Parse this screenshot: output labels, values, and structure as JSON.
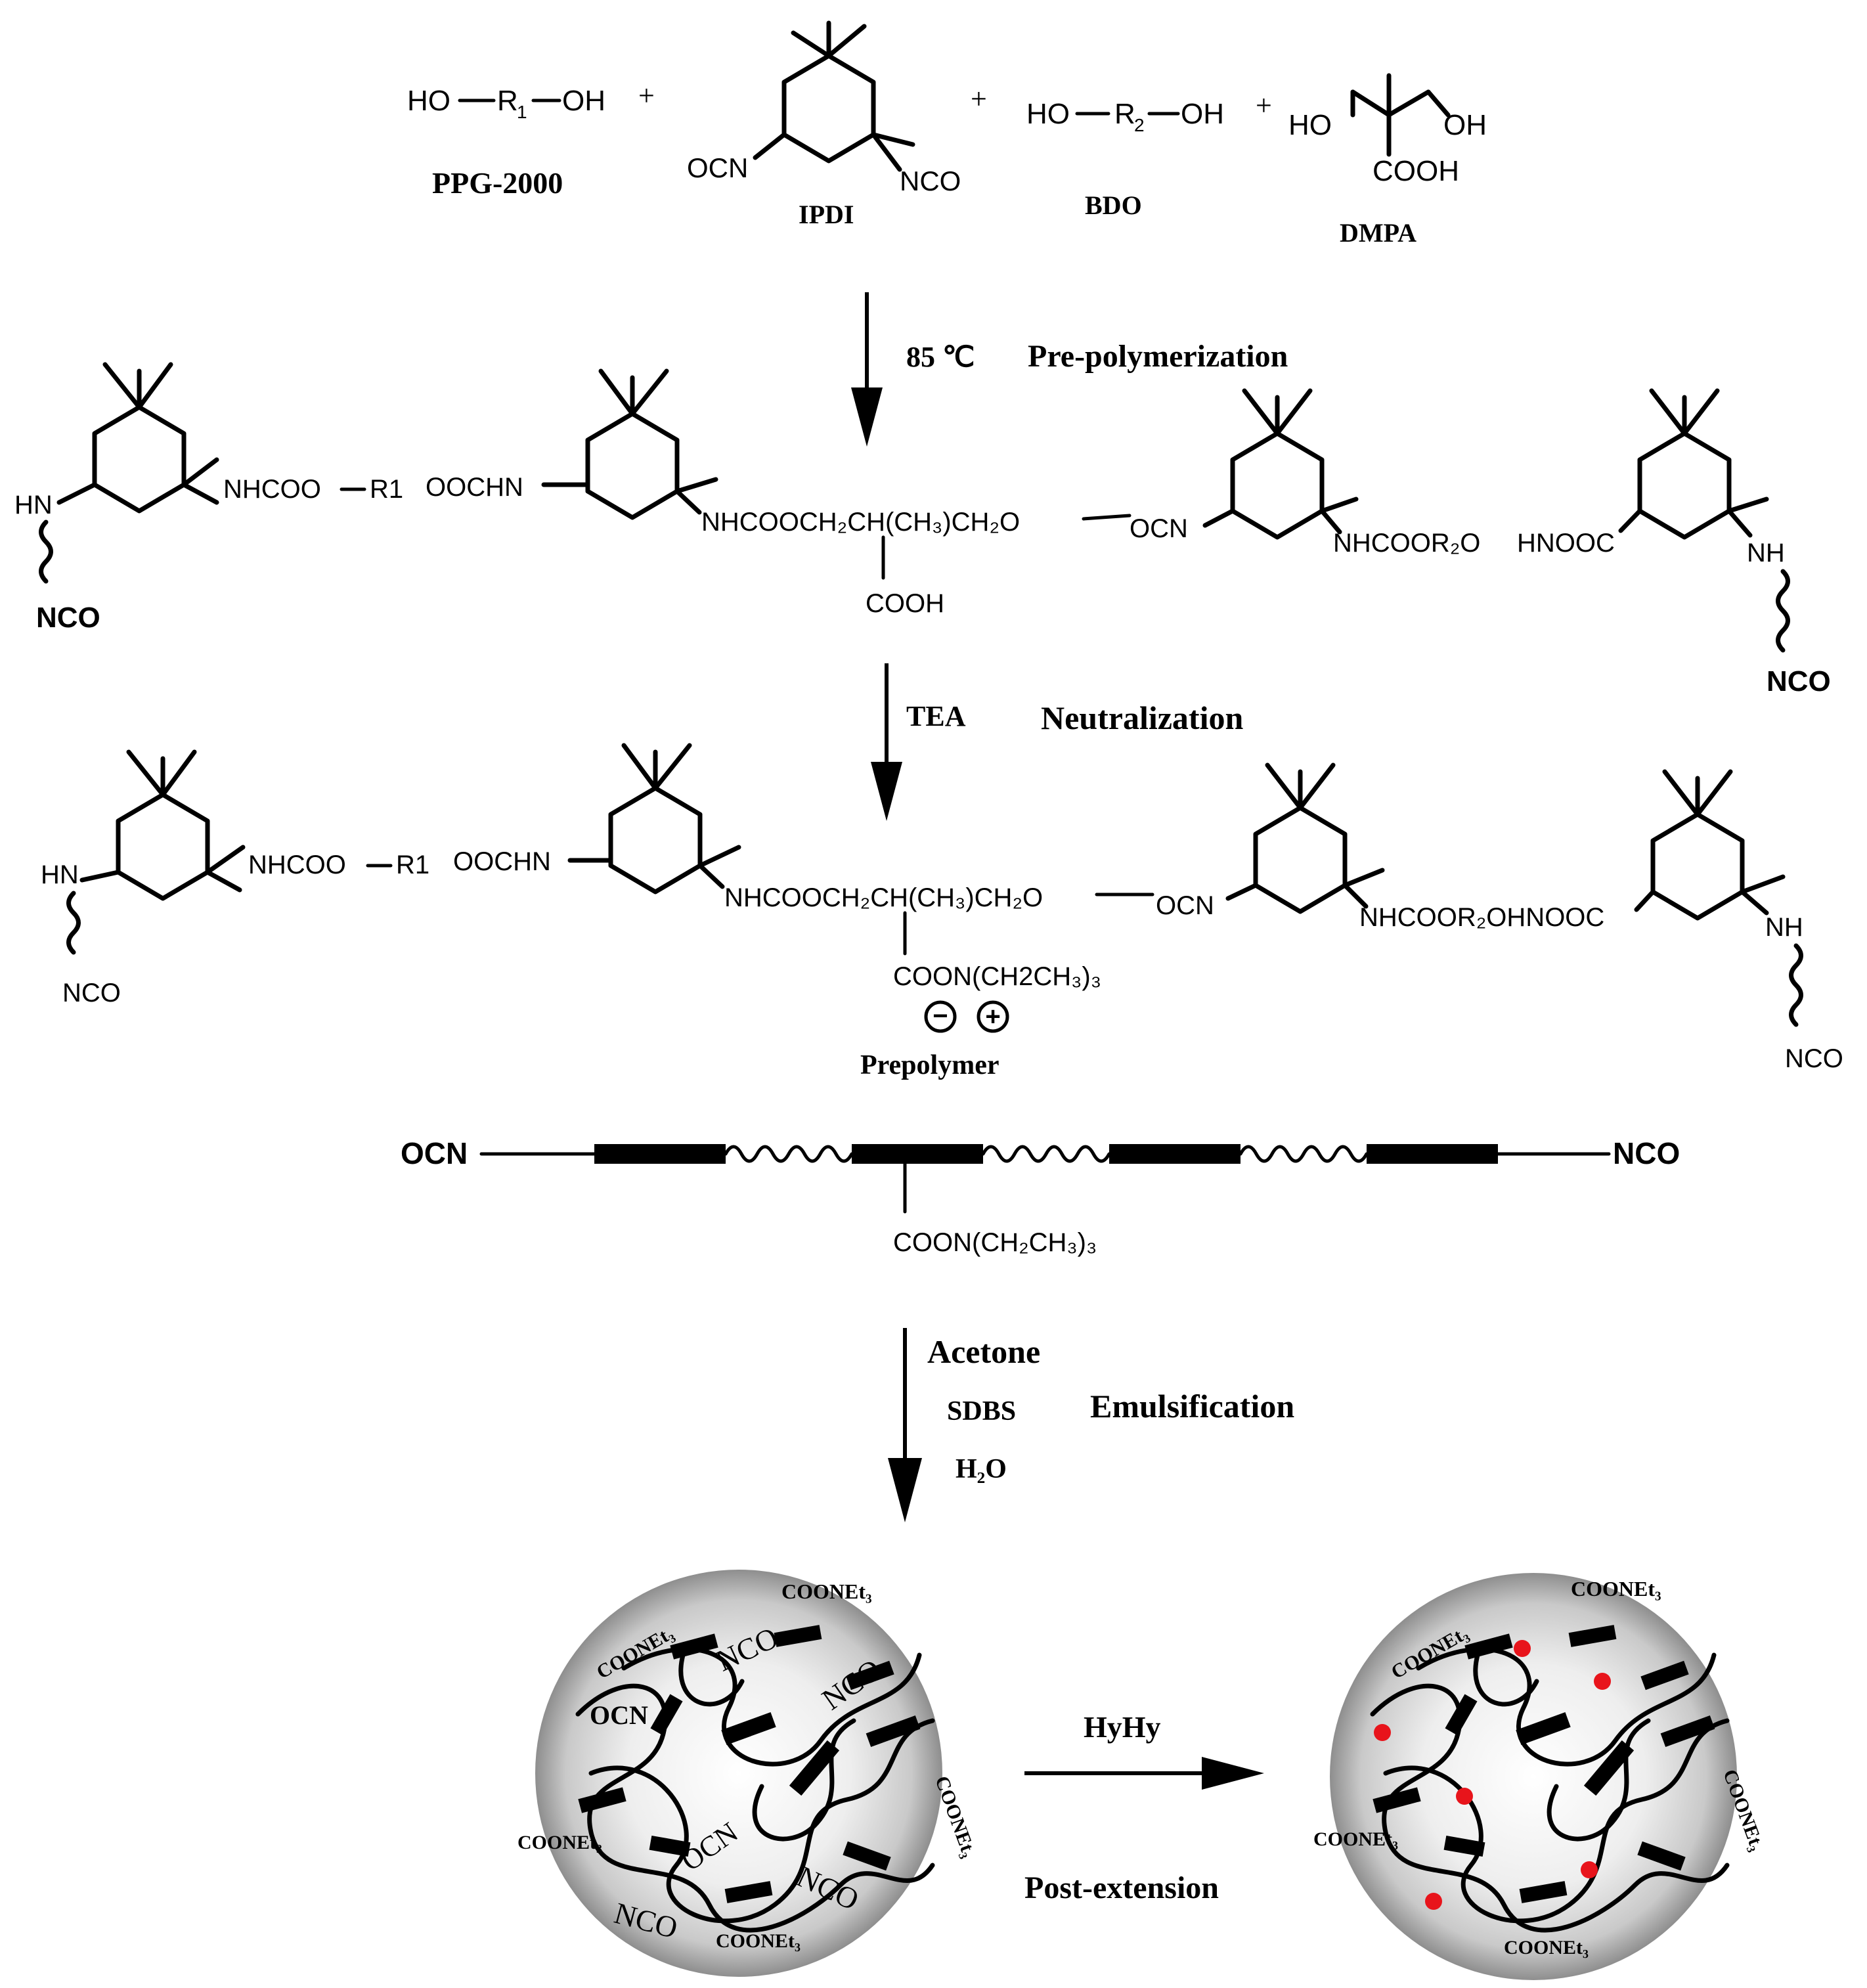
{
  "reactants": {
    "ppg": {
      "formula_ho": "HO",
      "formula_r": "R",
      "formula_sub": "1",
      "formula_oh": "OH",
      "name": "PPG-2000"
    },
    "ipdi": {
      "ocn": "OCN",
      "nco": "NCO",
      "name": "IPDI"
    },
    "bdo": {
      "formula_ho": "HO",
      "formula_r": "R",
      "formula_sub": "2",
      "formula_oh": "OH",
      "name": "BDO"
    },
    "dmpa": {
      "ho": "HO",
      "oh": "OH",
      "cooh": "COOH",
      "name": "DMPA"
    },
    "plus": "+"
  },
  "step1": {
    "condition": "85 ℃",
    "label": "Pre-polymerization"
  },
  "step2": {
    "reagent": "TEA",
    "label": "Neutralization"
  },
  "step3": {
    "reagents": [
      "Acetone",
      "SDBS",
      "H₂O"
    ],
    "label": "Emulsification"
  },
  "step4": {
    "reagent": "HyHy",
    "label": "Post-extension"
  },
  "structure1": {
    "hn": "HN",
    "nco": "NCO",
    "link1": "NHCOO",
    "r1": "R1",
    "link2": "OOCHN",
    "center": "NHCOOCH₂CH(CH₃)CH₂O",
    "cooh": "COOH",
    "ocn": "OCN",
    "link3": "NHCOOR₂O",
    "link4": "HNOOC",
    "nh": "NH"
  },
  "structure2": {
    "hn": "HN",
    "nco": "NCO",
    "link1": "NHCOO",
    "r1": "R1",
    "link2": "OOCHN",
    "center": "NHCOOCH₂CH(CH₃)CH₂O",
    "salt": "COON(CH2CH₃)₃",
    "ocn": "OCN",
    "link3": "NHCOOR₂OHNOOC",
    "nh": "NH",
    "minus": "−",
    "plus": "+",
    "name": "Prepolymer"
  },
  "chain": {
    "left": "OCN",
    "right": "NCO",
    "pendant": "COON(CH₂CH₃)₃"
  },
  "particle_left": {
    "labels": [
      "COONEt₃",
      "COONEt₃",
      "NCO",
      "NCO",
      "OCN",
      "COONEt₃",
      "OCN",
      "COONEt₃",
      "NCO",
      "NCO",
      "COONEt₃"
    ]
  },
  "particle_right": {
    "labels": [
      "COONEt₃",
      "COONEt₃",
      "COONEt₃",
      "COONEt₃",
      "COONEt₃"
    ]
  },
  "colors": {
    "crosslink_dot": "#e8141b",
    "sphere_light": "#f4f4f4",
    "sphere_dark": "#9a9a9a"
  }
}
